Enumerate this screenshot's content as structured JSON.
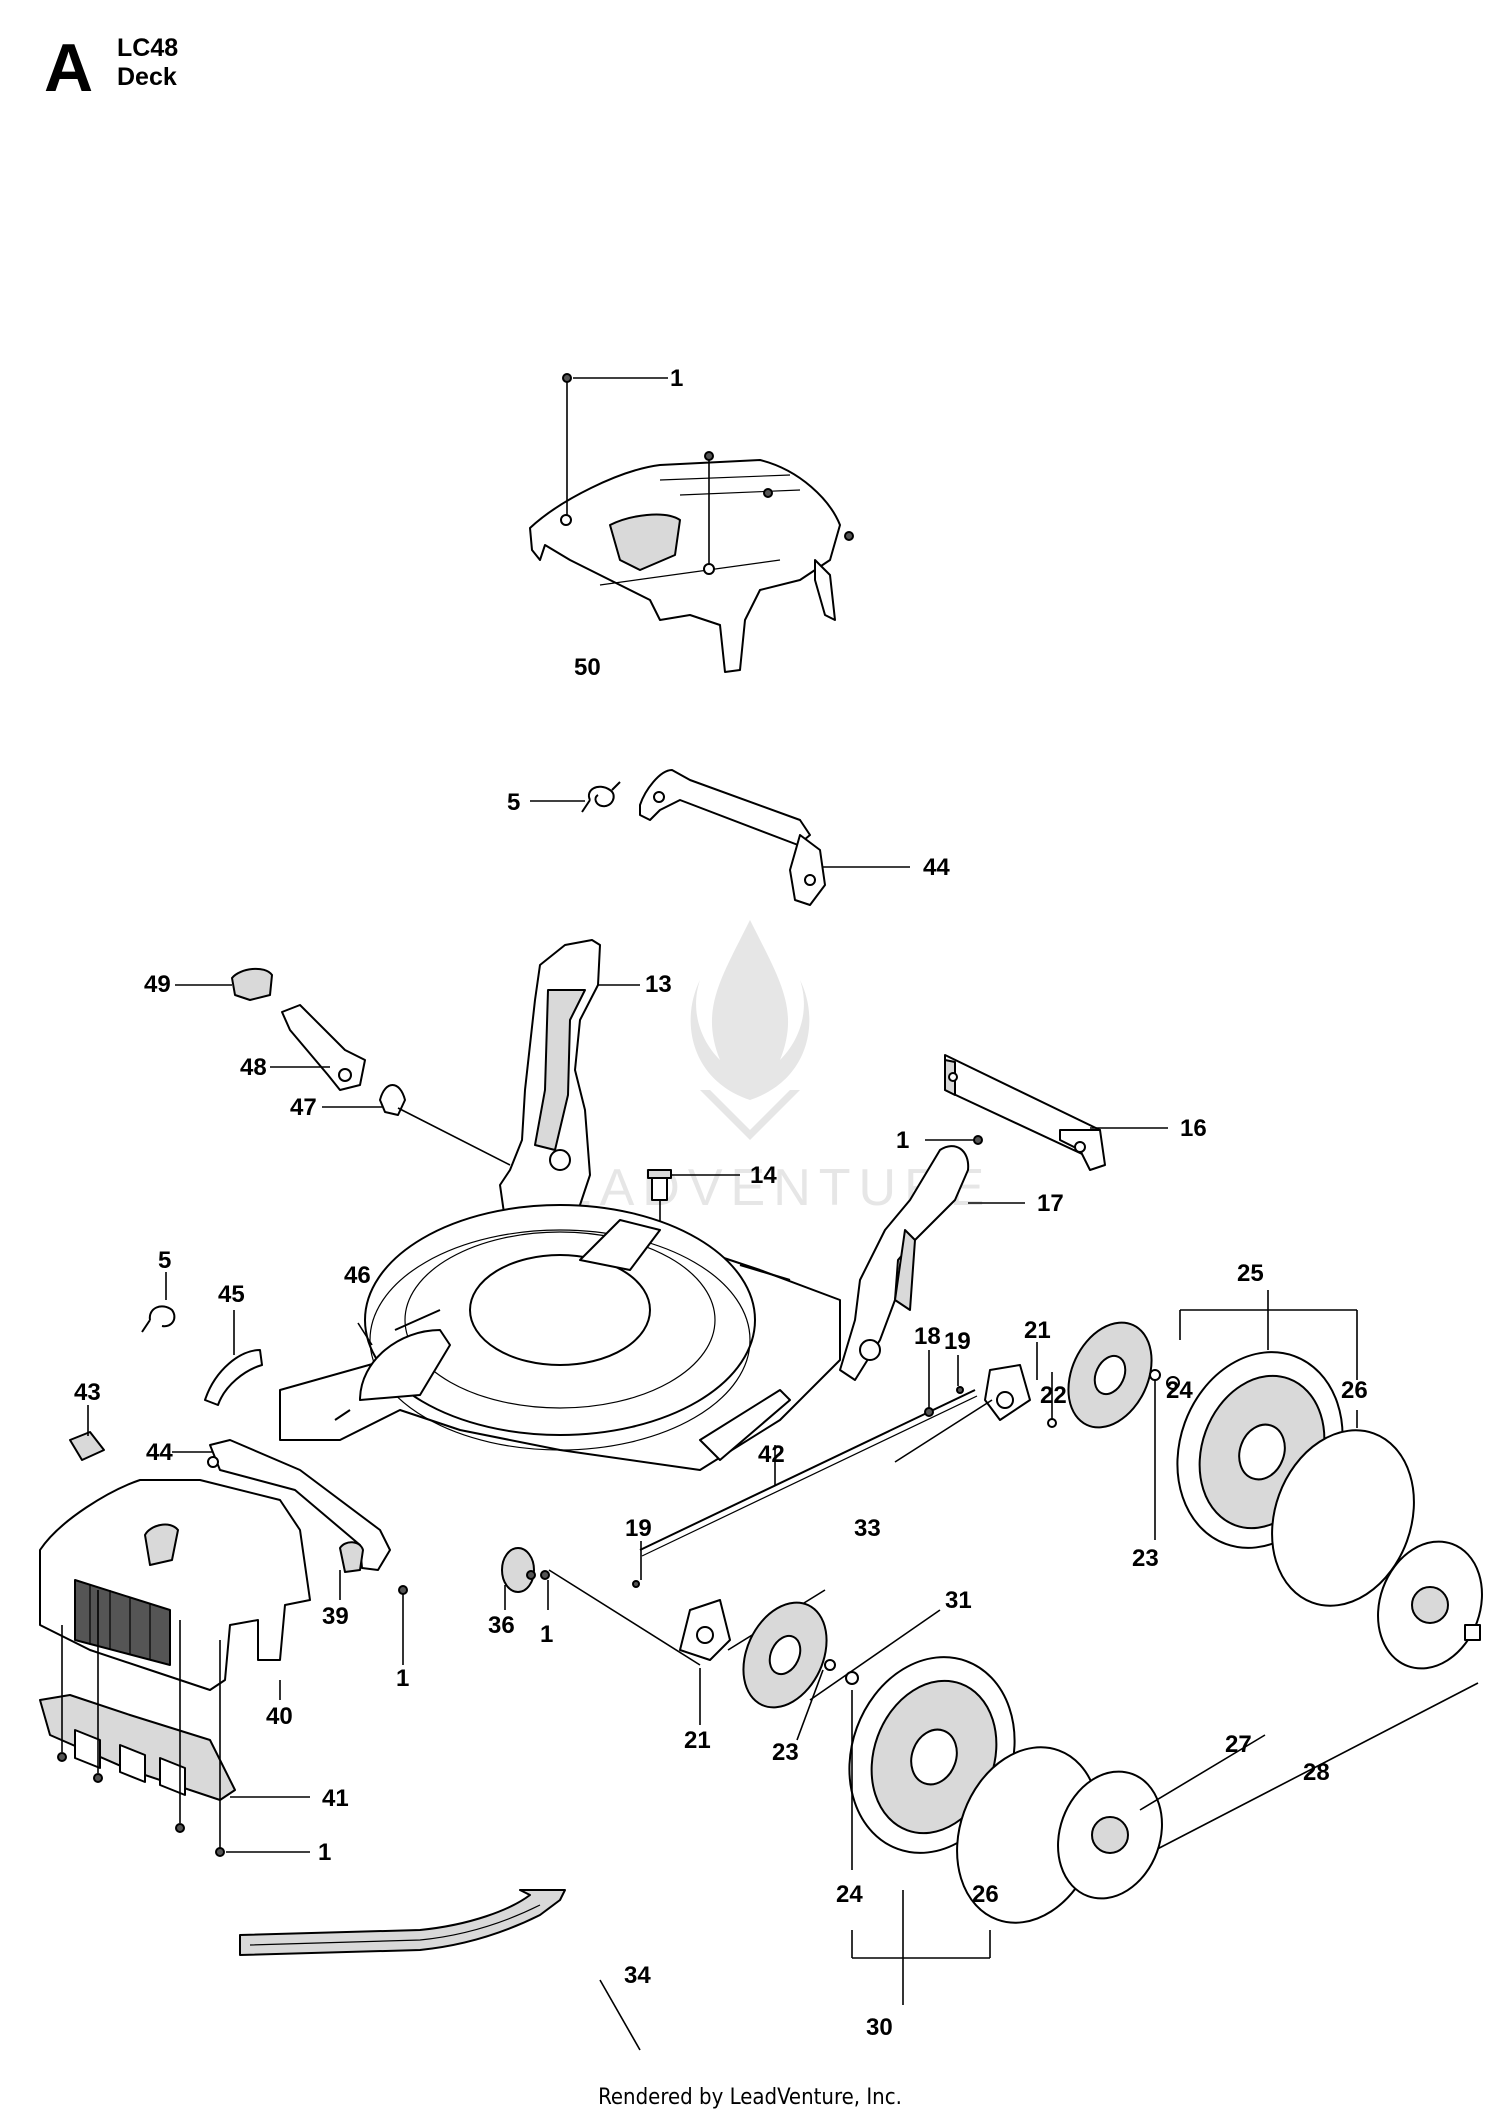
{
  "header": {
    "letter": "A",
    "model": "LC48",
    "section": "Deck"
  },
  "footer": {
    "text": "Rendered by LeadVenture, Inc."
  },
  "watermark": {
    "text": "LEADVENTURE"
  },
  "callouts": [
    {
      "id": "c-1a",
      "label": "1"
    },
    {
      "id": "c-50",
      "label": "50"
    },
    {
      "id": "c-5a",
      "label": "5"
    },
    {
      "id": "c-44a",
      "label": "44"
    },
    {
      "id": "c-49",
      "label": "49"
    },
    {
      "id": "c-13",
      "label": "13"
    },
    {
      "id": "c-48",
      "label": "48"
    },
    {
      "id": "c-47",
      "label": "47"
    },
    {
      "id": "c-1b",
      "label": "1"
    },
    {
      "id": "c-16",
      "label": "16"
    },
    {
      "id": "c-14",
      "label": "14"
    },
    {
      "id": "c-17",
      "label": "17"
    },
    {
      "id": "c-5b",
      "label": "5"
    },
    {
      "id": "c-45",
      "label": "45"
    },
    {
      "id": "c-46",
      "label": "46"
    },
    {
      "id": "c-25",
      "label": "25"
    },
    {
      "id": "c-18",
      "label": "18"
    },
    {
      "id": "c-19a",
      "label": "19"
    },
    {
      "id": "c-21a",
      "label": "21"
    },
    {
      "id": "c-24a",
      "label": "24"
    },
    {
      "id": "c-26a",
      "label": "26"
    },
    {
      "id": "c-43",
      "label": "43"
    },
    {
      "id": "c-22",
      "label": "22"
    },
    {
      "id": "c-44b",
      "label": "44"
    },
    {
      "id": "c-42",
      "label": "42"
    },
    {
      "id": "c-19b",
      "label": "19"
    },
    {
      "id": "c-33",
      "label": "33"
    },
    {
      "id": "c-23a",
      "label": "23"
    },
    {
      "id": "c-31",
      "label": "31"
    },
    {
      "id": "c-39",
      "label": "39"
    },
    {
      "id": "c-36",
      "label": "36"
    },
    {
      "id": "c-1c",
      "label": "1"
    },
    {
      "id": "c-1d",
      "label": "1"
    },
    {
      "id": "c-40",
      "label": "40"
    },
    {
      "id": "c-21b",
      "label": "21"
    },
    {
      "id": "c-23b",
      "label": "23"
    },
    {
      "id": "c-27",
      "label": "27"
    },
    {
      "id": "c-28",
      "label": "28"
    },
    {
      "id": "c-41",
      "label": "41"
    },
    {
      "id": "c-1e",
      "label": "1"
    },
    {
      "id": "c-24b",
      "label": "24"
    },
    {
      "id": "c-26b",
      "label": "26"
    },
    {
      "id": "c-34",
      "label": "34"
    },
    {
      "id": "c-30",
      "label": "30"
    }
  ]
}
